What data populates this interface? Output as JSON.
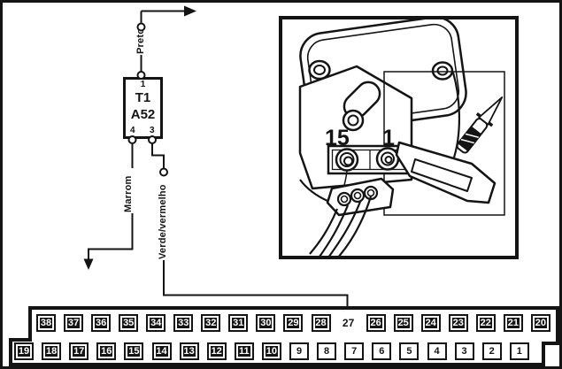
{
  "schematic": {
    "wire_top_label": "Preto",
    "wire_left_label": "Marrom",
    "wire_right_label": "Verde/vermelho",
    "component": {
      "id_line1": "T1",
      "id_line2": "A52",
      "pin_top": "1",
      "pin_bottom_left": "4",
      "pin_bottom_right": "3"
    }
  },
  "connector": {
    "top_row_pins": [
      "38",
      "37",
      "36",
      "35",
      "34",
      "33",
      "32",
      "31",
      "30",
      "29",
      "28",
      "27",
      "26",
      "25",
      "24",
      "23",
      "22",
      "21",
      "20"
    ],
    "bottom_row_pins": [
      "19",
      "18",
      "17",
      "16",
      "15",
      "14",
      "13",
      "12",
      "11",
      "10",
      "9",
      "8",
      "7",
      "6",
      "5",
      "4",
      "3",
      "2",
      "1"
    ],
    "plain_pin": "27",
    "light_style_pins": [
      "9",
      "8",
      "7",
      "6",
      "5",
      "4",
      "3",
      "2",
      "1"
    ]
  },
  "illustration": {
    "terminal_left_label": "15",
    "terminal_right_label": "1"
  },
  "colors": {
    "ink": "#141414",
    "paper": "#ffffff"
  }
}
